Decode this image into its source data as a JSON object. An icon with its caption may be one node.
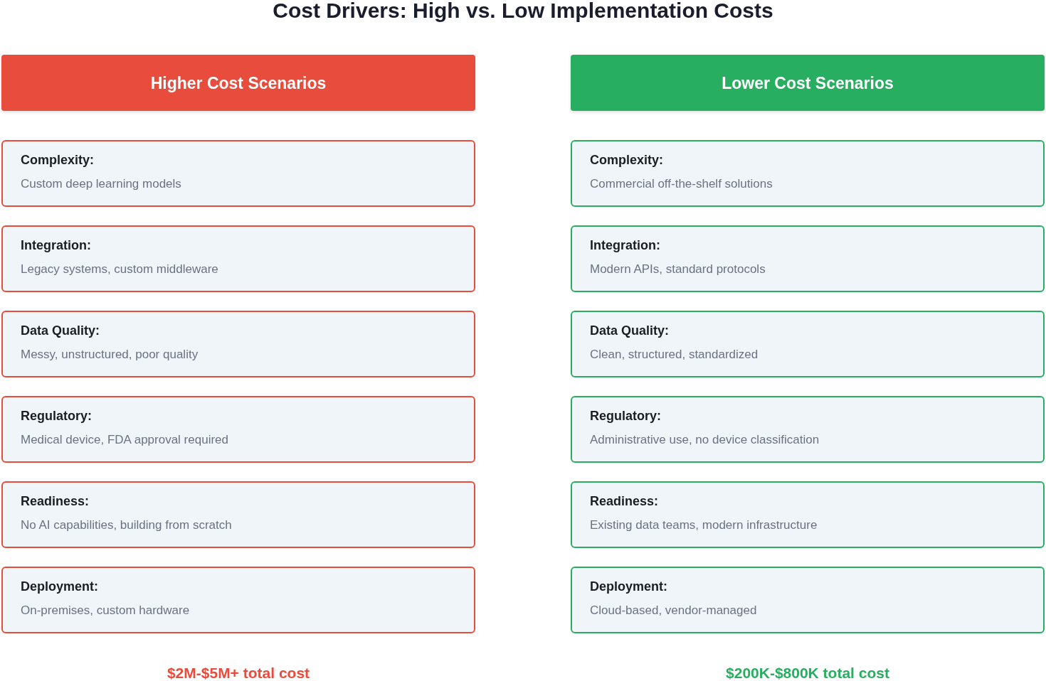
{
  "diagram": {
    "title": "Cost Drivers: High vs. Low Implementation Costs",
    "nodes": [
      {
        "text": [
          "Higher Cost Scenarios"
        ]
      },
      {
        "text": [
          "Complexity:",
          "Custom deep learning models"
        ]
      },
      {
        "text": [
          "Integration:",
          "Legacy systems, custom middleware"
        ]
      },
      {
        "text": [
          "Data Quality:",
          "Messy, unstructured, poor quality"
        ]
      },
      {
        "text": [
          "Regulatory:",
          "Medical device, FDA approval required"
        ]
      },
      {
        "text": [
          "Readiness:",
          "No AI capabilities, building from scratch"
        ]
      },
      {
        "text": [
          "Deployment:",
          "On-premises, custom hardware"
        ]
      },
      {
        "text": [
          "Lower Cost Scenarios"
        ]
      },
      {
        "text": [
          "Complexity:",
          "Commercial off-the-shelf solutions"
        ]
      },
      {
        "text": [
          "Integration:",
          "Modern APIs, standard protocols"
        ]
      },
      {
        "text": [
          "Data Quality:",
          "Clean, structured, standardized"
        ]
      },
      {
        "text": [
          "Regulatory:",
          "Administrative use, no device classification"
        ]
      },
      {
        "text": [
          "Readiness:",
          "Existing data teams, modern infrastructure"
        ]
      },
      {
        "text": [
          "Deployment:",
          "Cloud-based, vendor-managed"
        ]
      }
    ],
    "labels": [
      "$2M-$5M+ total cost",
      "$200K-$800K total cost"
    ]
  }
}
